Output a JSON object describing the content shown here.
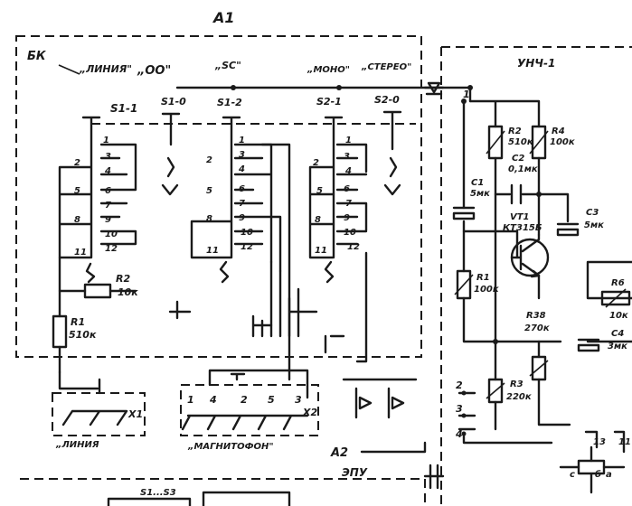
{
  "blocks": {
    "a1": "A1",
    "a2": "A2",
    "bk": "БК",
    "unch": "УНЧ-1",
    "epu": "ЭПУ"
  },
  "modes": {
    "line": "„ЛИНИЯ\"",
    "oo": "„ОО\"",
    "sc": "„SC\"",
    "mono": "„МОНО\"",
    "stereo": "„СТЕРЕО\""
  },
  "switches": {
    "s1_1": "S1-1",
    "s1_0": "S1-0",
    "s1_2": "S1-2",
    "s2_1": "S2-1",
    "s2_0": "S2-0",
    "s1_s3": "S1...S3"
  },
  "pins": [
    "1",
    "2",
    "3",
    "4",
    "5",
    "6",
    "7",
    "8",
    "9",
    "10",
    "11",
    "12"
  ],
  "components": {
    "r1_left": {
      "ref": "R1",
      "val": "510к"
    },
    "r2_left": {
      "ref": "R2",
      "val": "10к"
    },
    "r2": {
      "ref": "R2",
      "val": "510к"
    },
    "r4": {
      "ref": "R4",
      "val": "100к"
    },
    "c2": {
      "ref": "C2",
      "val": "0,1мк"
    },
    "c1": {
      "ref": "C1",
      "val": "5мк"
    },
    "vt1": {
      "ref": "VT1",
      "val": "КТ315Б"
    },
    "c3": {
      "ref": "C3",
      "val": "5мк"
    },
    "r1": {
      "ref": "R1",
      "val": "100к"
    },
    "r38": {
      "ref": "R38",
      "val": "270к"
    },
    "r3": {
      "ref": "R3",
      "val": "220к"
    },
    "r6": {
      "ref": "R6",
      "val": "10к"
    },
    "c4": {
      "ref": "C4",
      "val": "3мк"
    }
  },
  "connectors": {
    "x1": {
      "ref": "X1",
      "label": "„ЛИНИЯ"
    },
    "x2": {
      "ref": "X2",
      "label": "„МАГНИТОФОН\""
    }
  },
  "unch_pins": [
    "1",
    "2",
    "3",
    "4",
    "13",
    "11"
  ],
  "pot_letters": [
    "с",
    "б",
    "а"
  ]
}
